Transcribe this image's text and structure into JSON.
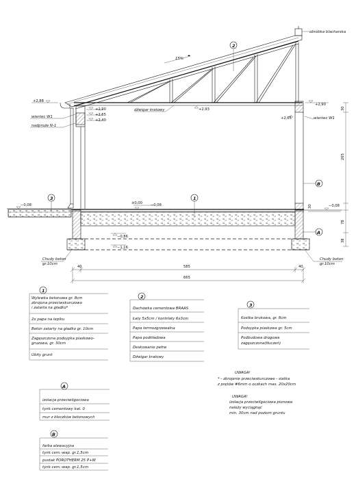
{
  "section": {
    "roof_slope": "15%",
    "marker_2": "2",
    "marker_1": "1",
    "marker_3": "3",
    "marker_A": "A",
    "marker_B": "B",
    "flashing": "obróbka blacharska",
    "truss": "dźwigar kratowy",
    "lintel_left": "wieniec W1",
    "lintel_right": "wieniec W1",
    "lintel_beam": "nadproże N-1",
    "concrete_left": "Chudy beton",
    "concrete_left_2": "gr.10cm",
    "concrete_right": "Chudy beton",
    "concrete_right_2": "gr.10cm",
    "levels": {
      "l288": "+2,88",
      "l290a": "+2,90",
      "l265a": "+2,65",
      "l240": "+2,40",
      "l293": "+2,93",
      "l290b": "+2,90",
      "l265b": "+2,65",
      "l000": "±0,00",
      "l008a": "−0,08",
      "l008b": "−0,08",
      "l008c": "−0,08",
      "l086": "−0,86",
      "l116": "−1,16"
    },
    "dims": {
      "d40a": "40",
      "d585": "585",
      "d40b": "40",
      "d665": "665",
      "v30a": "30",
      "v265": "265",
      "v30b": "30",
      "v78": "78",
      "v38": "38"
    }
  },
  "legend_1": {
    "number": "1",
    "rows": [
      "Wylewka betonowa gr. 8cm",
      "zbrojona przeciwskurczowo",
      "i zatarta na gładko*",
      "2x papa na lepiku",
      "Beton zatarty na gładko gr. 10cm",
      "Zagęszczona podsypka piaskowo-",
      "gruzowa, gr. 30cm",
      "Ubity grunt"
    ]
  },
  "legend_2": {
    "number": "2",
    "rows": [
      "Dachówka cementowa BRAAS",
      "Łaty 5x5cm / kontrłaty 6x3cm",
      "Papa termozgrzewalna",
      "Papa podkładowa",
      "Deskowanie pełne",
      "Dźwigar kratowy"
    ]
  },
  "legend_3": {
    "number": "3",
    "rows": [
      "Kostka brukowa, gr. 8cm",
      "Podsypka piaskowa gr. 5cm",
      "Podbudowa drogowa",
      "zagęszczona(tłuczeń)"
    ]
  },
  "legend_A": {
    "letter": "A",
    "rows": [
      "izolacja przeciwilgociowa",
      "tynk cementowy kat. 0",
      "mur z bloczków betonowych"
    ]
  },
  "legend_B": {
    "letter": "B",
    "rows": [
      "farba elewacyjna",
      "tynk cem.-wap. gr.1,5cm",
      "pustak POROTHERM 25 P+W",
      "tynk cem.-wap. gr.1,5cm"
    ]
  },
  "notes": {
    "title1": "UWAGA!",
    "n1a": "* - zbrojenie przeciwskurczowe - siatka",
    "n1b": "z prętów #6mm o oczkach max. 20x20cm",
    "title2": "UWAGA!",
    "n2a": "izolacja przeciwilgociowa pionowa",
    "n2b": "należy wyciągnąć",
    "n2c": "min. 30cm nad poziom gruntu"
  }
}
